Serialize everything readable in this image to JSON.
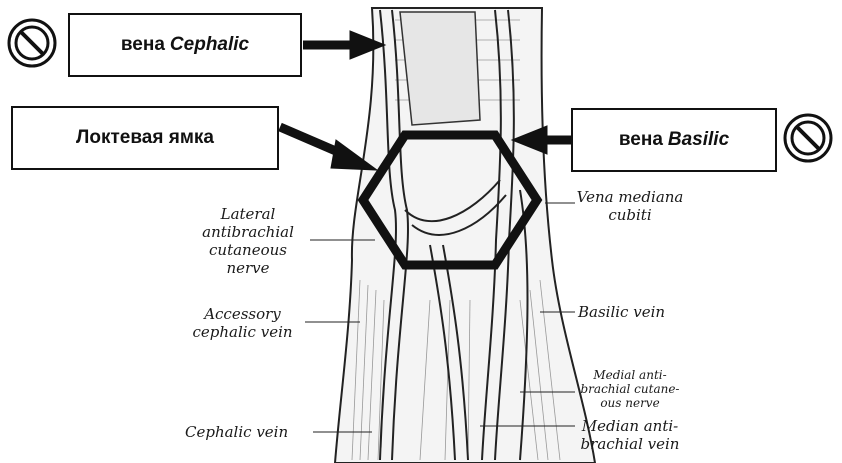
{
  "callouts": {
    "cephalic": {
      "prefix": "вена",
      "latin": "Cephalic"
    },
    "fossa": {
      "text": "Локтевая ямка"
    },
    "basilic": {
      "prefix": "вена",
      "latin": "Basilic"
    }
  },
  "anatomy_labels": {
    "vena_mediana_line1": "Vena mediana",
    "vena_mediana_line2": "cubiti",
    "lateral_line1": "Lateral",
    "lateral_line2": "antibrachial",
    "lateral_line3": "cutaneous",
    "lateral_line4": "nerve",
    "accessory_line1": "Accessory",
    "accessory_line2": "cephalic vein",
    "basilic_vein": "Basilic vein",
    "medial_line1": "Medial anti-",
    "medial_line2": "brachial cutane-",
    "medial_line3": "ous nerve",
    "cephalic_vein": "Cephalic vein",
    "median_line1": "Median anti-",
    "median_line2": "brachial vein"
  },
  "icons": [
    "no-entry-icon"
  ],
  "colors": {
    "ink": "#111111",
    "vein_fill": "#ededed"
  }
}
